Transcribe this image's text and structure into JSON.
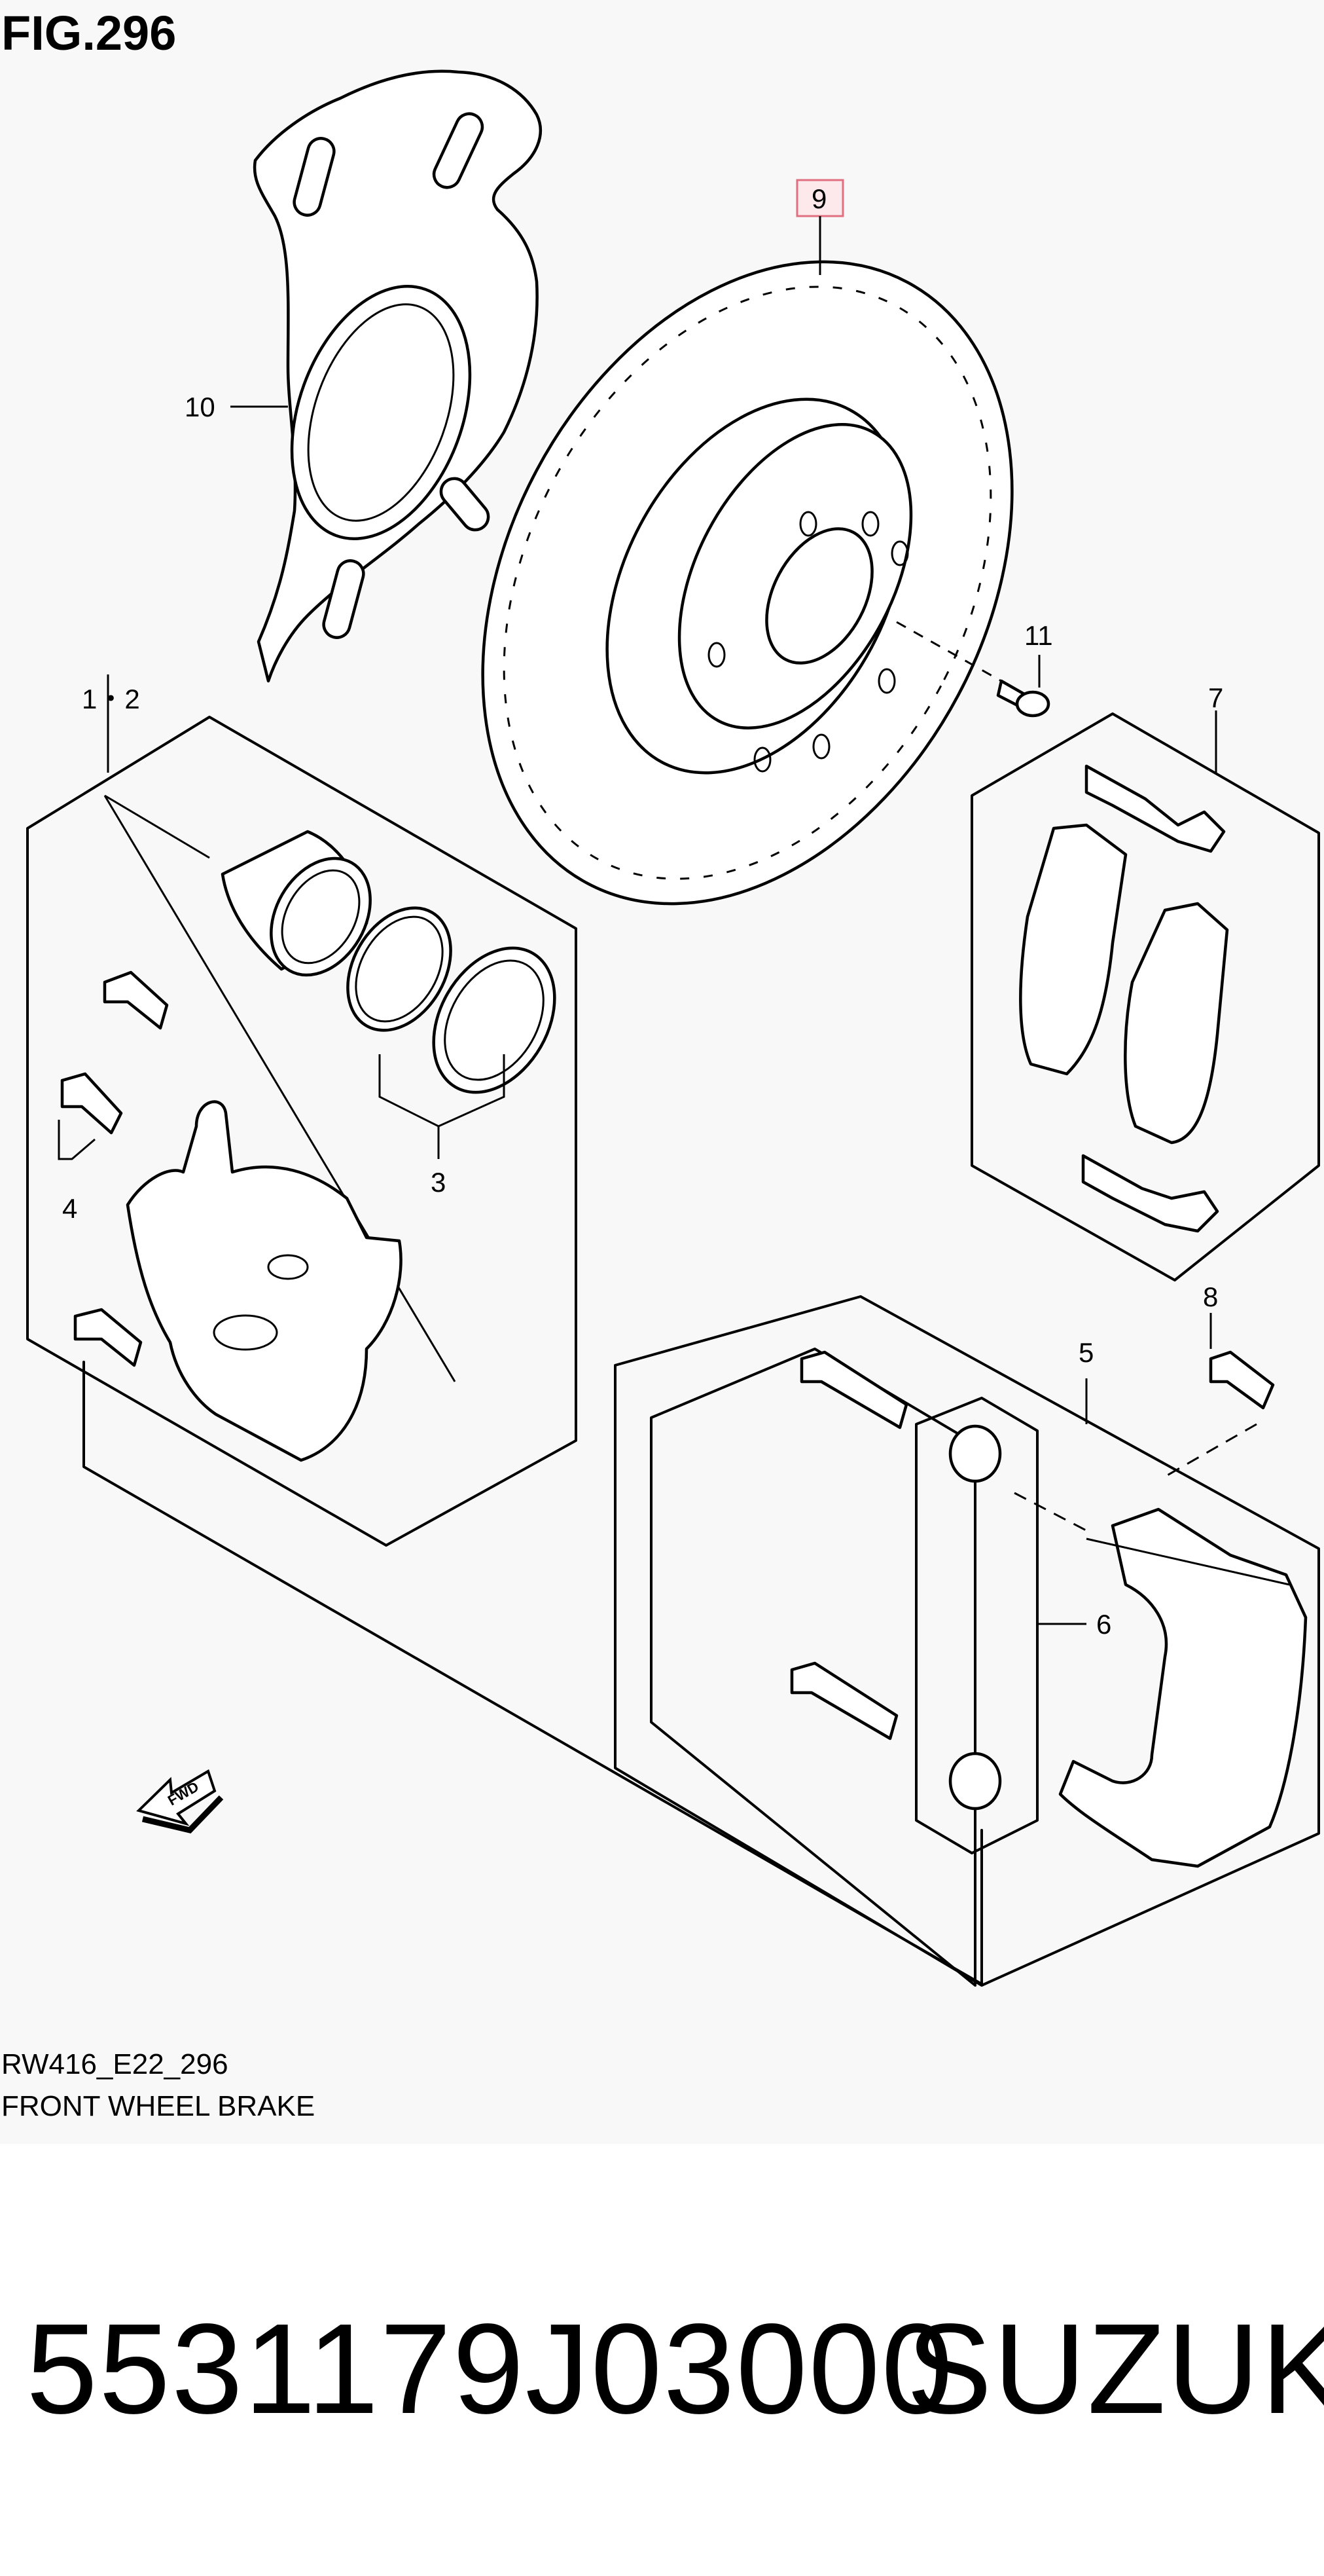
{
  "figure": {
    "title": "FIG.296"
  },
  "callouts": {
    "c9": "9",
    "c10": "10",
    "c11": "11",
    "c12": "1・2",
    "c7": "7",
    "c4": "4",
    "c3": "3",
    "c8": "8",
    "c5": "5",
    "c6": "6"
  },
  "fwd_label": "FWD",
  "footer": {
    "code": "RW416_E22_296",
    "name": "FRONT WHEEL BRAKE"
  },
  "part": {
    "number": "5531179J03000",
    "brand": "SUZUKI"
  },
  "colors": {
    "highlight_box": "#e07080",
    "highlight_fill": "#fde8ec"
  }
}
